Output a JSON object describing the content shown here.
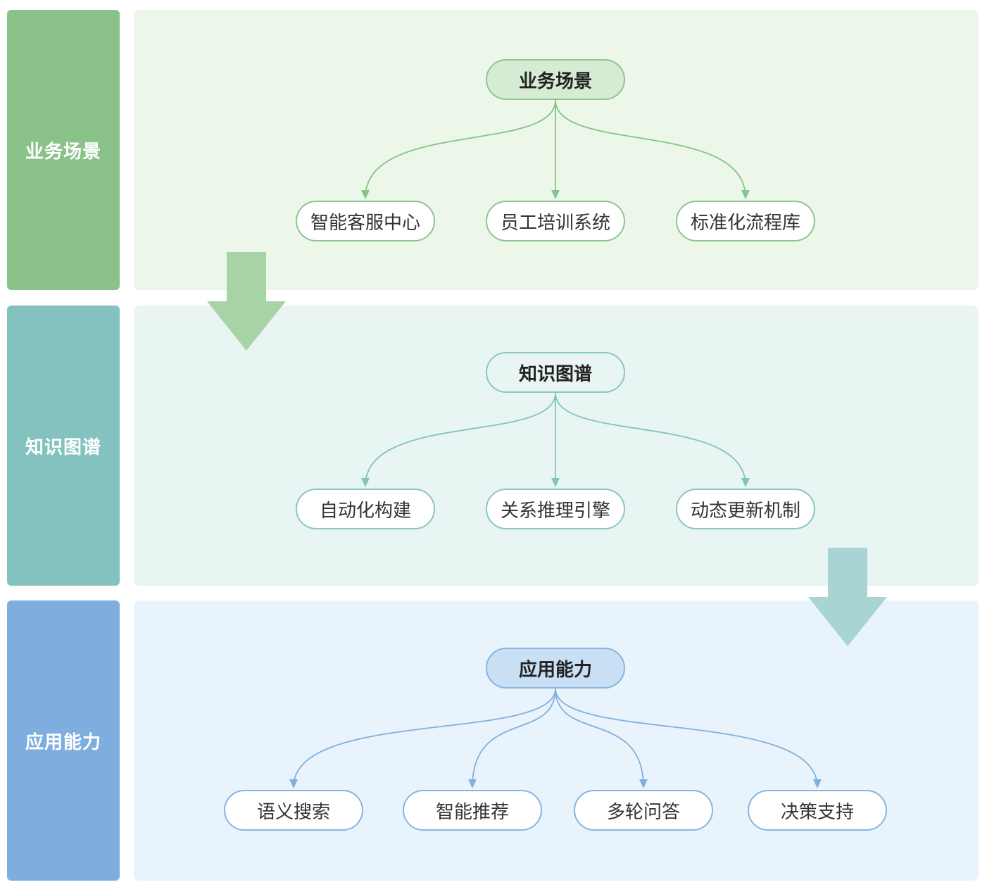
{
  "layers": [
    {
      "id": "business",
      "side_label": "业务场景",
      "side_color": "#8bc28a",
      "panel_color": "#ecf7ea",
      "border_color": "#8cc68e",
      "root_fill": "#d6ebd3",
      "line_color": "#86c388",
      "root": "业务场景",
      "children": [
        "智能客服中心",
        "员工培训系统",
        "标准化流程库"
      ]
    },
    {
      "id": "knowledge",
      "side_label": "知识图谱",
      "side_color": "#84c2c0",
      "panel_color": "#e8f5f3",
      "border_color": "#8ac6c3",
      "root_fill": "#e8f5f3",
      "line_color": "#82c2bf",
      "root": "知识图谱",
      "children": [
        "自动化构建",
        "关系推理引擎",
        "动态更新机制"
      ]
    },
    {
      "id": "application",
      "side_label": "应用能力",
      "side_color": "#7eaedd",
      "panel_color": "#e9f3fb",
      "border_color": "#86b5e0",
      "root_fill": "#c9dff3",
      "line_color": "#80b1dd",
      "root": "应用能力",
      "children": [
        "语义搜索",
        "智能推荐",
        "多轮问答",
        "决策支持"
      ]
    }
  ],
  "flow_arrows": [
    {
      "from": "business",
      "to": "knowledge",
      "color": "#a8d3a6"
    },
    {
      "from": "knowledge",
      "to": "application",
      "color": "#a8d5d3"
    }
  ]
}
